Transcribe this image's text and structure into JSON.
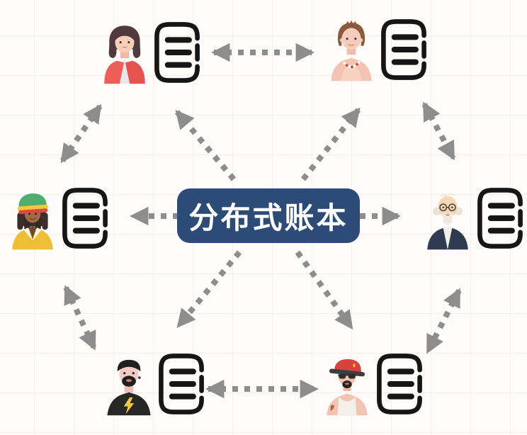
{
  "center": {
    "label": "分布式账本",
    "background_color": "#2d4b77",
    "text_color": "#ffffff"
  },
  "colors": {
    "canvas_background": "#fdfcfa",
    "grid_line": "#f4efe9",
    "arrow": "#8d8d8d",
    "ledger_icon": "#161616"
  },
  "nodes": [
    {
      "id": "top-left",
      "persona": "woman-in-red-jacket",
      "icon": "ledger-icon"
    },
    {
      "id": "top-right",
      "persona": "man-with-bead-necklace",
      "icon": "ledger-icon"
    },
    {
      "id": "middle-left",
      "persona": "rasta-man-striped-beanie",
      "icon": "ledger-icon"
    },
    {
      "id": "middle-right",
      "persona": "elderly-man-with-glasses",
      "icon": "ledger-icon"
    },
    {
      "id": "bottom-left",
      "persona": "punk-man-lightning-tshirt",
      "icon": "ledger-icon"
    },
    {
      "id": "bottom-right",
      "persona": "man-red-cap-sunglasses",
      "icon": "ledger-icon"
    }
  ],
  "connections": [
    {
      "from": "top-left",
      "to": "top-right",
      "arrowheads": "both",
      "style": "dotted"
    },
    {
      "from": "top-left",
      "to": "middle-left",
      "arrowheads": "both",
      "style": "dotted"
    },
    {
      "from": "top-right",
      "to": "middle-right",
      "arrowheads": "both",
      "style": "dotted"
    },
    {
      "from": "middle-left",
      "to": "bottom-left",
      "arrowheads": "both",
      "style": "dotted"
    },
    {
      "from": "middle-right",
      "to": "bottom-right",
      "arrowheads": "both",
      "style": "dotted"
    },
    {
      "from": "bottom-left",
      "to": "bottom-right",
      "arrowheads": "both",
      "style": "dotted"
    },
    {
      "from": "center",
      "to": "middle-left",
      "arrowheads": "end",
      "style": "dotted"
    },
    {
      "from": "center",
      "to": "middle-right",
      "arrowheads": "end",
      "style": "dotted"
    },
    {
      "from": "center",
      "to": "top-left",
      "arrowheads": "end",
      "style": "dotted"
    },
    {
      "from": "center",
      "to": "top-right",
      "arrowheads": "end",
      "style": "dotted"
    },
    {
      "from": "center",
      "to": "bottom-left",
      "arrowheads": "end",
      "style": "dotted"
    },
    {
      "from": "center",
      "to": "bottom-right",
      "arrowheads": "end",
      "style": "dotted"
    }
  ]
}
